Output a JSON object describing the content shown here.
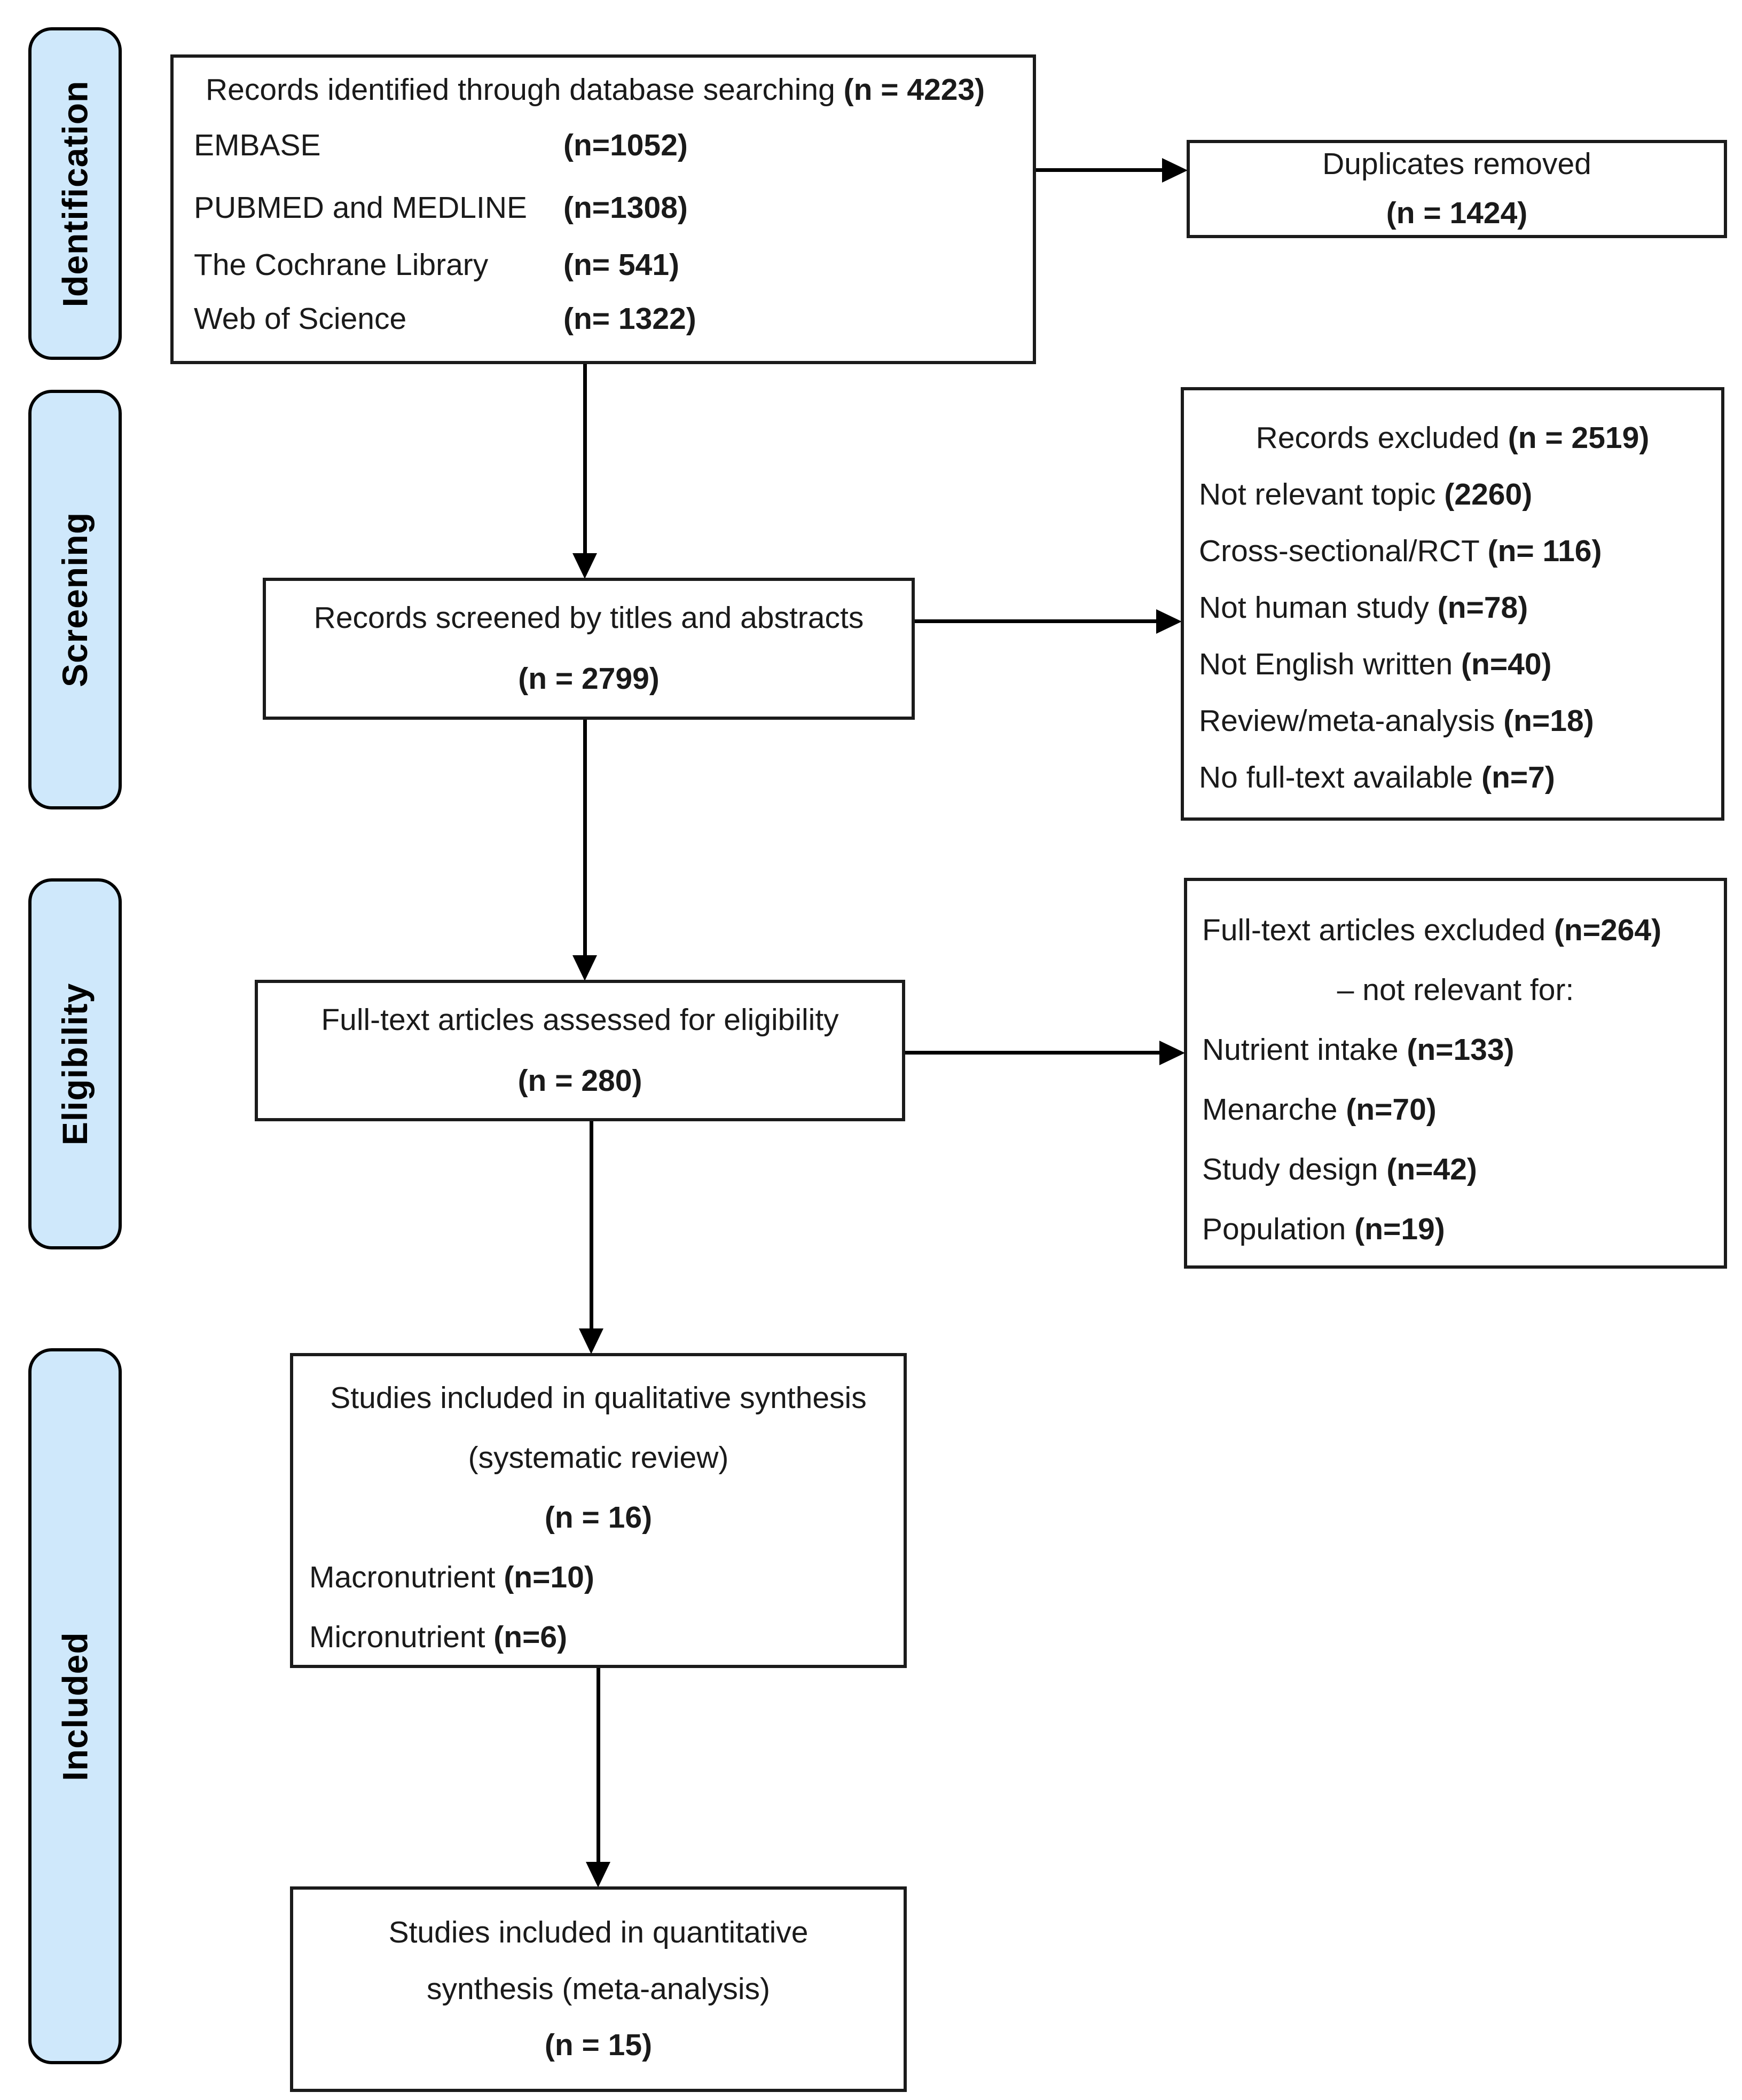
{
  "colors": {
    "stage_fill": "#cfe8fb",
    "stage_border": "#000000",
    "box_border": "#1b1b1b",
    "arrow": "#000000"
  },
  "stages": [
    {
      "label": "Identification"
    },
    {
      "label": "Screening"
    },
    {
      "label": "Eligibility"
    },
    {
      "label": "Included"
    }
  ],
  "boxes": {
    "identified": {
      "title_pre": "Records identified through database searching ",
      "title_bold": "(n = 4223)",
      "rows": [
        {
          "label": "EMBASE",
          "value": "(n=1052)"
        },
        {
          "label": "PUBMED and MEDLINE",
          "value": "(n=1308)"
        },
        {
          "label": "The Cochrane Library",
          "value": "(n= 541)"
        },
        {
          "label": "Web of Science",
          "value": "(n= 1322)"
        }
      ]
    },
    "duplicates": {
      "line1": "Duplicates removed",
      "line2": "(n = 1424)"
    },
    "screened": {
      "line1": "Records screened by titles and abstracts",
      "line2": "(n = 2799)"
    },
    "records_excluded": {
      "title_pre": "Records excluded ",
      "title_bold": "(n = 2519)",
      "items": [
        {
          "label": "Not relevant topic ",
          "value": "(2260)"
        },
        {
          "label": "Cross-sectional/RCT ",
          "value": "(n= 116)"
        },
        {
          "label": "Not human study ",
          "value": "(n=78)"
        },
        {
          "label": "Not English written ",
          "value": "(n=40)"
        },
        {
          "label": "Review/meta-analysis ",
          "value": "(n=18)"
        },
        {
          "label": "No full-text available ",
          "value": "(n=7)"
        }
      ]
    },
    "fulltext": {
      "line1": "Full-text articles assessed for eligibility",
      "line2": "(n = 280)"
    },
    "fulltext_excluded": {
      "title_pre": "Full-text articles excluded ",
      "title_bold": "(n=264)",
      "subtitle": "– not relevant for:",
      "items": [
        {
          "label": "Nutrient intake ",
          "value": "(n=133)"
        },
        {
          "label": "Menarche ",
          "value": "(n=70)"
        },
        {
          "label": "Study design ",
          "value": "(n=42)"
        },
        {
          "label": "Population ",
          "value": "(n=19)"
        }
      ]
    },
    "qualitative": {
      "line1": "Studies included in qualitative synthesis",
      "line2": "(systematic review)",
      "line3": "(n = 16)",
      "rows": [
        {
          "label": "Macronutrient ",
          "value": "(n=10)"
        },
        {
          "label": "Micronutrient ",
          "value": "(n=6)"
        }
      ]
    },
    "quantitative": {
      "line1": "Studies included in quantitative",
      "line2": "synthesis (meta-analysis)",
      "line3": "(n = 15)"
    }
  }
}
